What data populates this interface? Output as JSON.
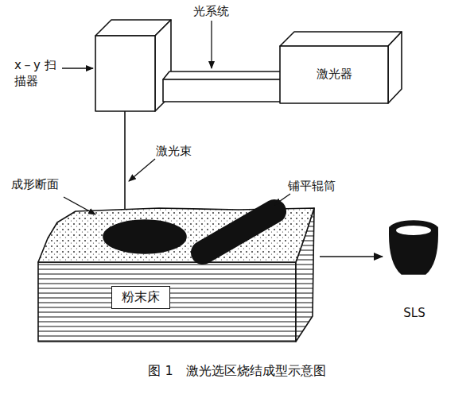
{
  "diagram": {
    "caption": "图 1　激光选区烧结成型示意图",
    "nodes": [
      {
        "text": [
          "激光器"
        ]
      },
      {
        "text": [
          "粉末床"
        ]
      },
      {
        "text": [
          "SLS"
        ]
      }
    ],
    "edges": [
      {
        "from": 1,
        "to": 2,
        "arrow": "to"
      }
    ],
    "labels": [
      "光系统",
      "x－y 扫描器",
      "激光束",
      "成形断面",
      "铺平辊筒"
    ]
  }
}
